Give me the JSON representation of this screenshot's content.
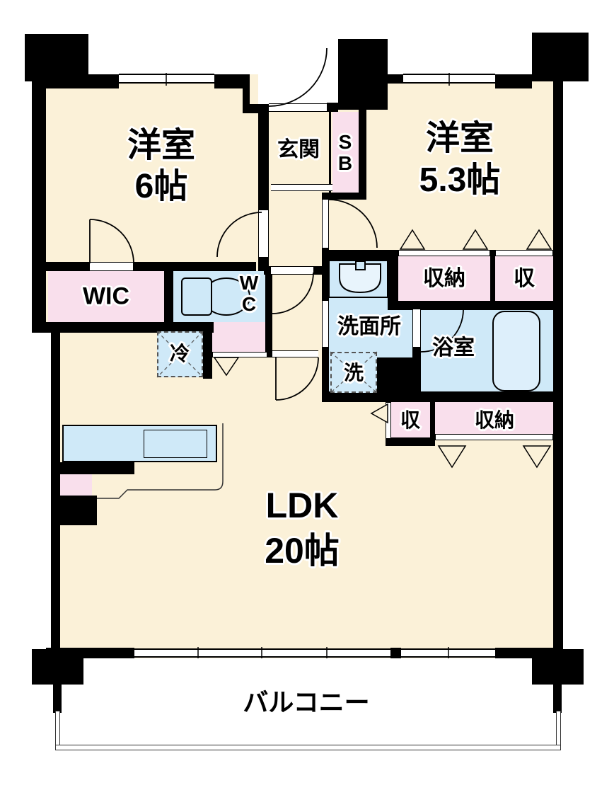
{
  "palette": {
    "floor_cream": "#fbf1d8",
    "closet_pink": "#f9dfec",
    "wet_blue": "#cfe9f8",
    "tub_blue": "#ddeffb",
    "wall_black": "#000000",
    "outline_gray": "#333333"
  },
  "labels": {
    "room6": {
      "name": "洋室",
      "size": "6帖"
    },
    "room53": {
      "name": "洋室",
      "size": "5.3帖"
    },
    "ldk": {
      "name": "LDK",
      "size": "20帖"
    },
    "entrance": "玄関",
    "shoebox": [
      "S",
      "B"
    ],
    "wic": "WIC",
    "toilet": [
      "W",
      "C"
    ],
    "washroom": "洗面所",
    "washer": "洗",
    "bathroom": "浴室",
    "fridge": "冷",
    "closet_top_main": "収納",
    "closet_top_side": "収",
    "closet_mid_side": "収",
    "closet_mid_main": "収納",
    "balcony": "バルコニー"
  }
}
